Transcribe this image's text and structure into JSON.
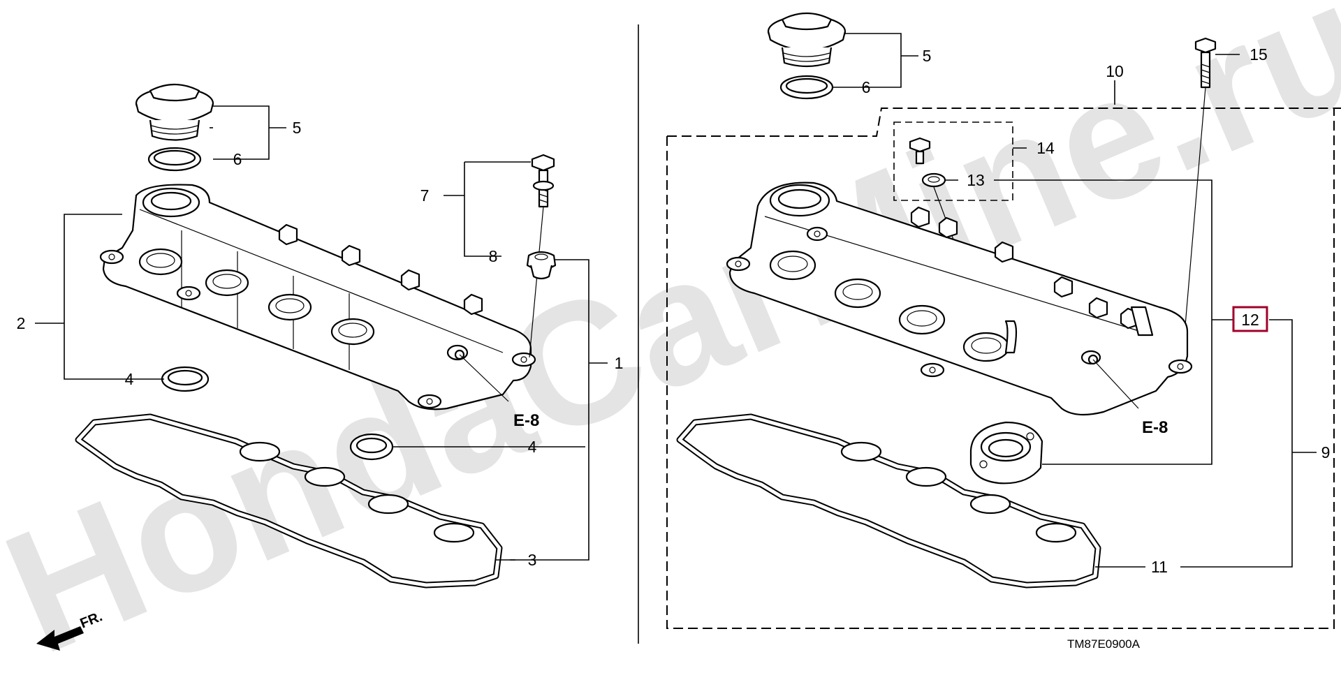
{
  "watermark": "HondaCarMine.ru",
  "diagram_code": "TM87E0900A",
  "direction_label": "FR.",
  "left_panel": {
    "callouts": {
      "c1": "1",
      "c2": "2",
      "c3": "3",
      "c4a": "4",
      "c4b": "4",
      "c5": "5",
      "c6": "6",
      "c7": "7",
      "c8": "8"
    },
    "reference": "E-8"
  },
  "right_panel": {
    "callouts": {
      "c5": "5",
      "c6": "6",
      "c9": "9",
      "c10": "10",
      "c11": "11",
      "c12": "12",
      "c13": "13",
      "c14": "14",
      "c15": "15"
    },
    "reference": "E-8",
    "highlighted_callout_color": "#a0002a"
  }
}
